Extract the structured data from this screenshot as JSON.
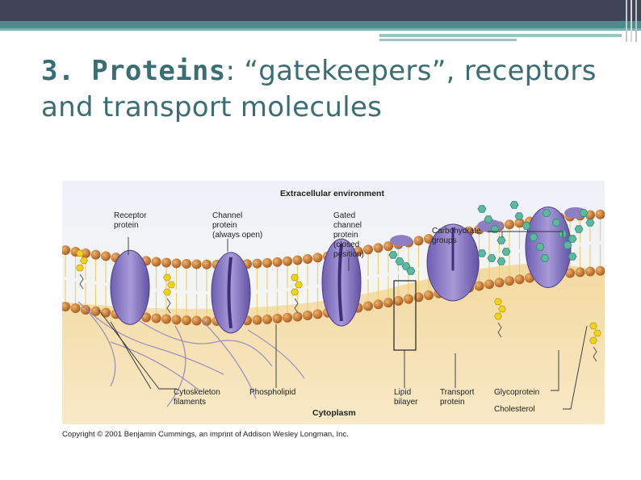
{
  "slide": {
    "title_strong": "3. Proteins",
    "title_rest": ": “gatekeepers”, receptors and transport molecules",
    "copyright": "Copyright © 2001 Benjamin Cummings, an imprint of Addison Wesley Longman, Inc."
  },
  "diagram": {
    "region_top": "Extracellular environment",
    "region_bottom": "Cytoplasm",
    "labels": {
      "receptor": "Receptor\nprotein",
      "channel": "Channel\nprotein\n(always open)",
      "gated": "Gated\nchannel\nprotein\n(closed\nposition)",
      "carbohydrate": "Carbohydrate\ngroups",
      "cytoskeleton": "Cytoskeleton\nfilaments",
      "phospholipid": "Phospholipid",
      "lipid_bilayer": "Lipid\nbilayer",
      "transport": "Transport\nprotein",
      "glycoprotein": "Glycoprotein",
      "cholesterol": "Cholesterol"
    }
  },
  "colors": {
    "header_dark": "#414458",
    "header_teal": "#4a8d8f",
    "title_text": "#3a6e73",
    "protein": "#8e7fc4",
    "lipid_head": "#c8782e",
    "carbohydrate": "#5fb7a0",
    "cholesterol": "#f2d21b"
  }
}
